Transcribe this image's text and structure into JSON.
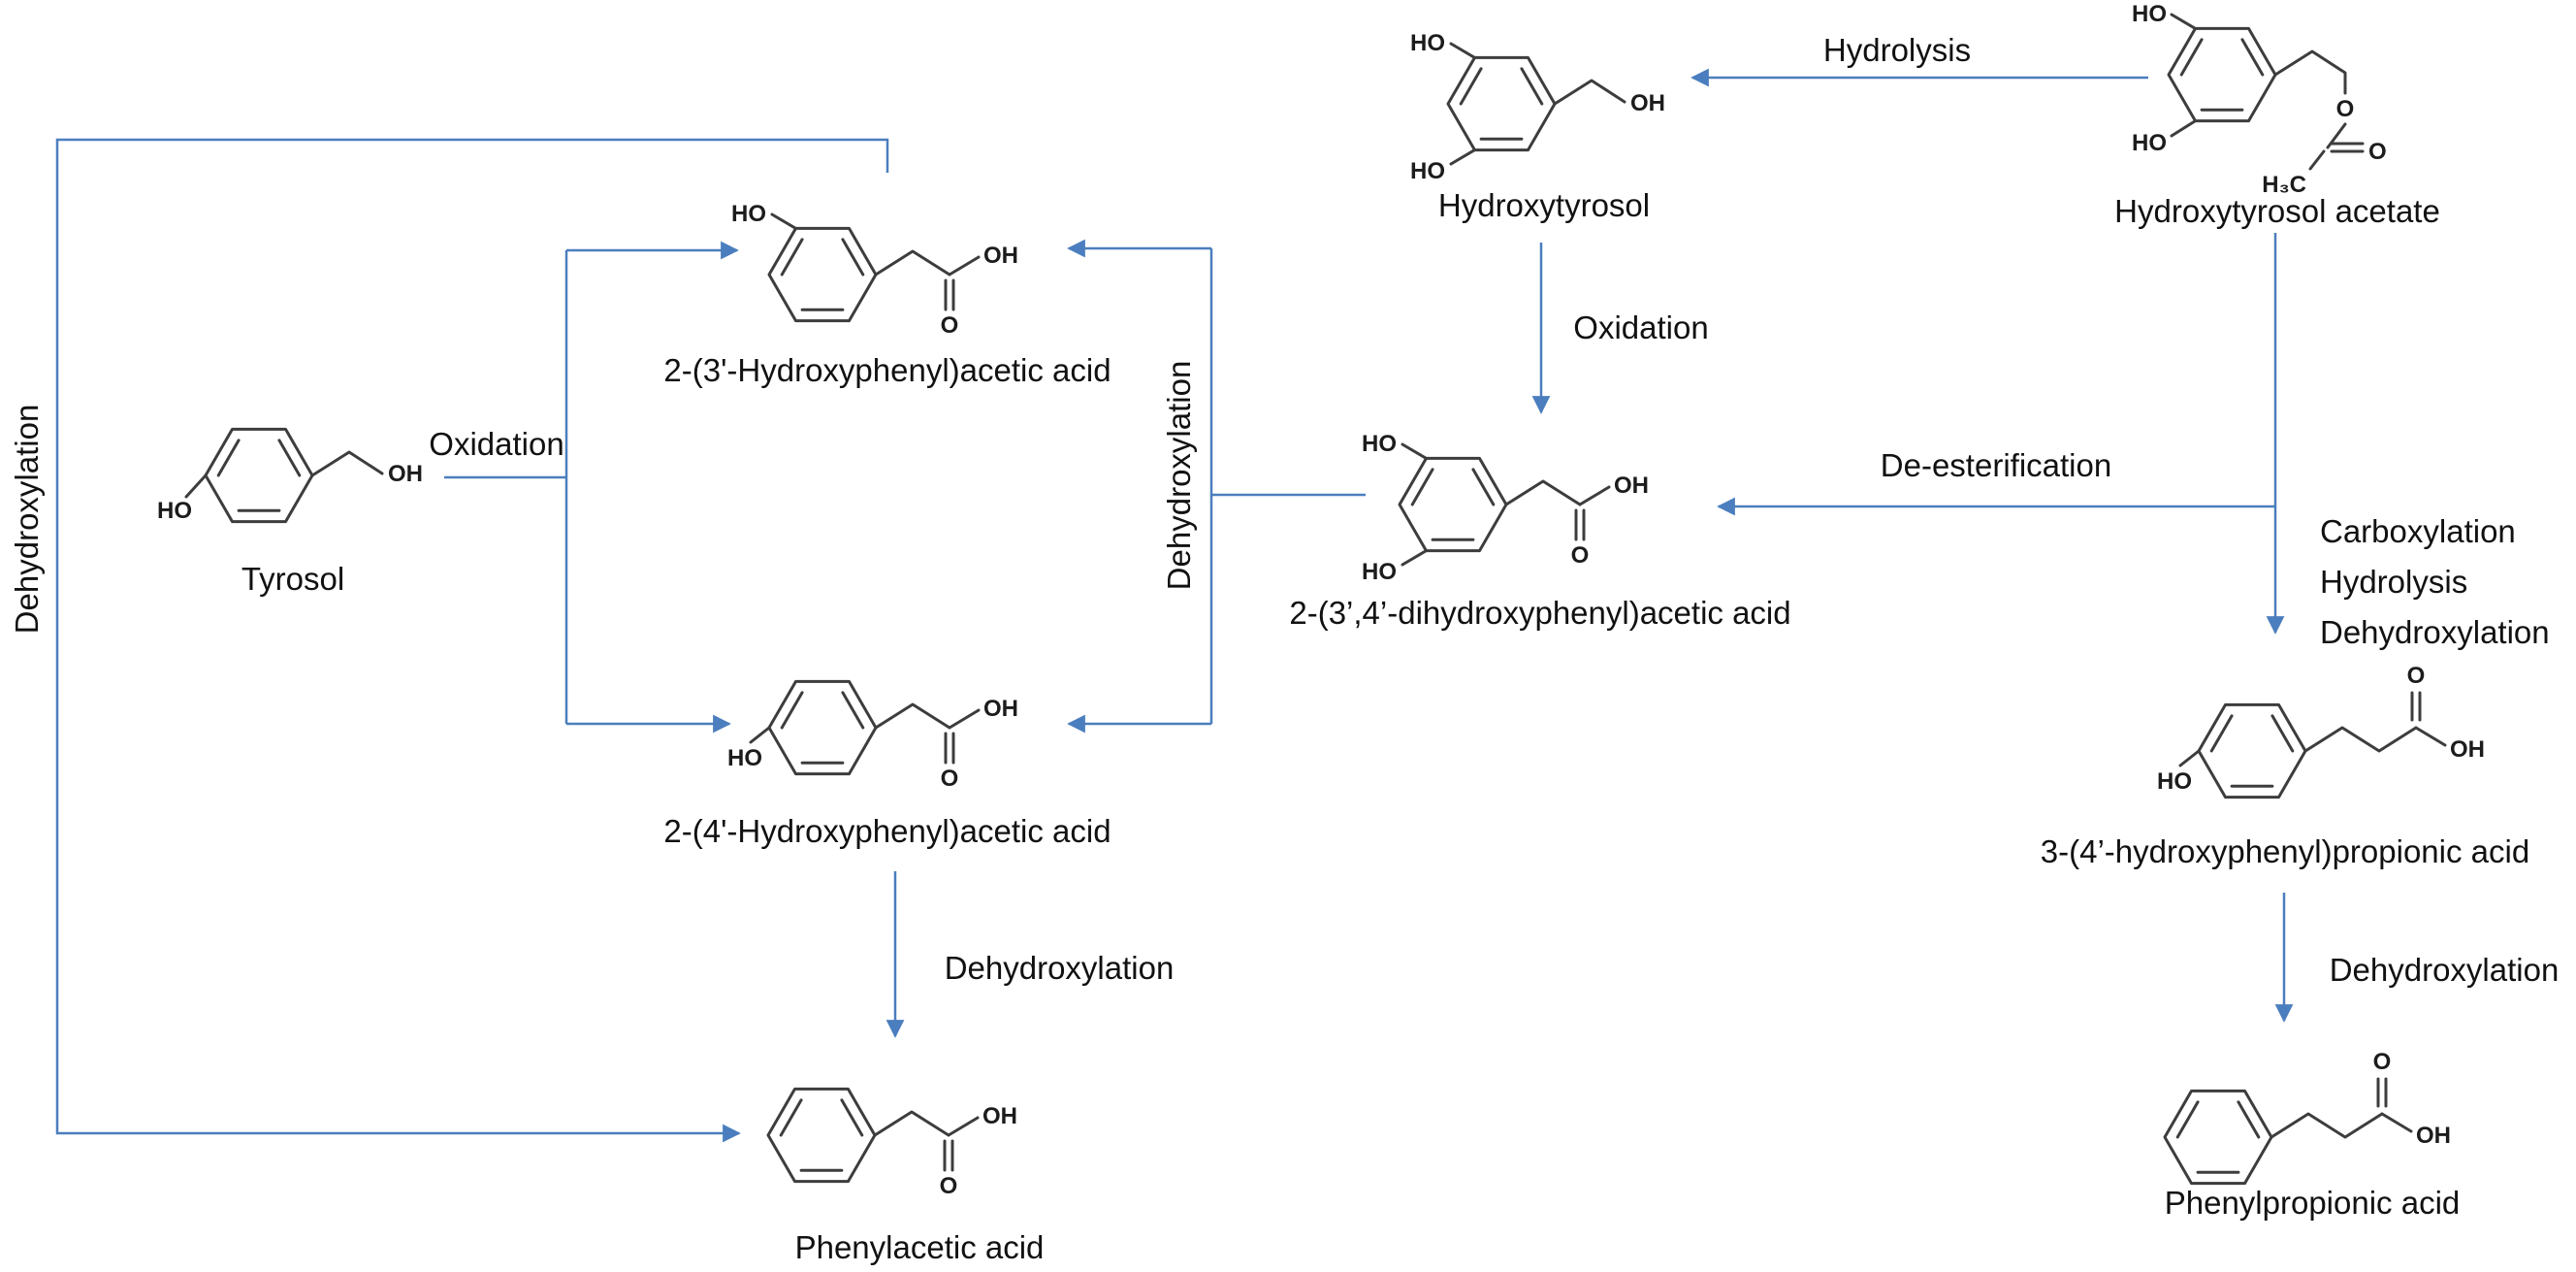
{
  "colors": {
    "arrow": "#4b7ebe",
    "bond": "#3d3d3d",
    "text": "#111111",
    "background": "#ffffff"
  },
  "atoms": {
    "ho": "HO",
    "oh": "OH",
    "o": "O",
    "h3c": "H₃C"
  },
  "compounds": {
    "hydroxytyrosol": {
      "label": "Hydroxytyrosol"
    },
    "hydroxytyrosol_acetate": {
      "label": "Hydroxytyrosol acetate"
    },
    "tyrosol": {
      "label": "Tyrosol"
    },
    "hpaa3": {
      "label": "2-(3'-Hydroxyphenyl)acetic acid"
    },
    "hpaa4": {
      "label": "2-(4'-Hydroxyphenyl)acetic acid"
    },
    "dopac": {
      "label": "2-(3’,4’-dihydroxyphenyl)acetic acid"
    },
    "hppa": {
      "label": "3-(4’-hydroxyphenyl)propionic acid"
    },
    "phenylacetic": {
      "label": "Phenylacetic acid"
    },
    "phenylpropionic": {
      "label": "Phenylpropionic acid"
    }
  },
  "reactions": {
    "hydrolysis": {
      "label": "Hydrolysis"
    },
    "hydroxytyrosol_oxidation": {
      "label": "Oxidation"
    },
    "de_esterification": {
      "label": "De-esterification"
    },
    "acetate_to_propionic": {
      "lines": [
        "Carboxylation",
        "Hydrolysis",
        "Dehydroxylation"
      ]
    },
    "tyrosol_oxidation": {
      "label": "Oxidation"
    },
    "dopac_dehydroxylation": {
      "label": "Dehydroxylation"
    },
    "hpaa3_dehydroxylation": {
      "label": "Dehydroxylation"
    },
    "hpaa4_dehydroxylation": {
      "label": "Dehydroxylation"
    },
    "propionic_dehydroxylation": {
      "label": "Dehydroxylation"
    }
  }
}
